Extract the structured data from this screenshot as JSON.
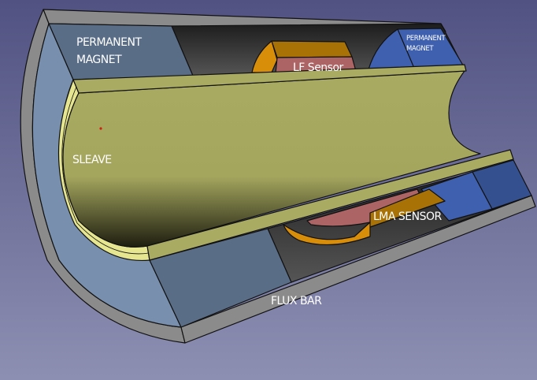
{
  "labels": {
    "permanent_magnet_left": [
      "PERMANENT",
      "MAGNET"
    ],
    "permanent_magnet_right": [
      "PERMANENT",
      "MAGNET"
    ],
    "lf_sensor": "LF Sensor",
    "sleave": "SLEAVE",
    "lma_sensor": "LMA SENSOR",
    "flux_bar": "FLUX BAR"
  },
  "colors": {
    "shell": "#8a8a8a",
    "face": "#7890ae",
    "magnet_left": "#5a6d87",
    "magnet_right": "#3f5fad",
    "sleeve": "#a8aa62",
    "sleeve_rim": "#e6e590",
    "sensor_orange": "#d98e0a",
    "sensor_brown": "#a87206",
    "sensor_pink": "#ad6464",
    "interior": "#2e2e2e"
  }
}
